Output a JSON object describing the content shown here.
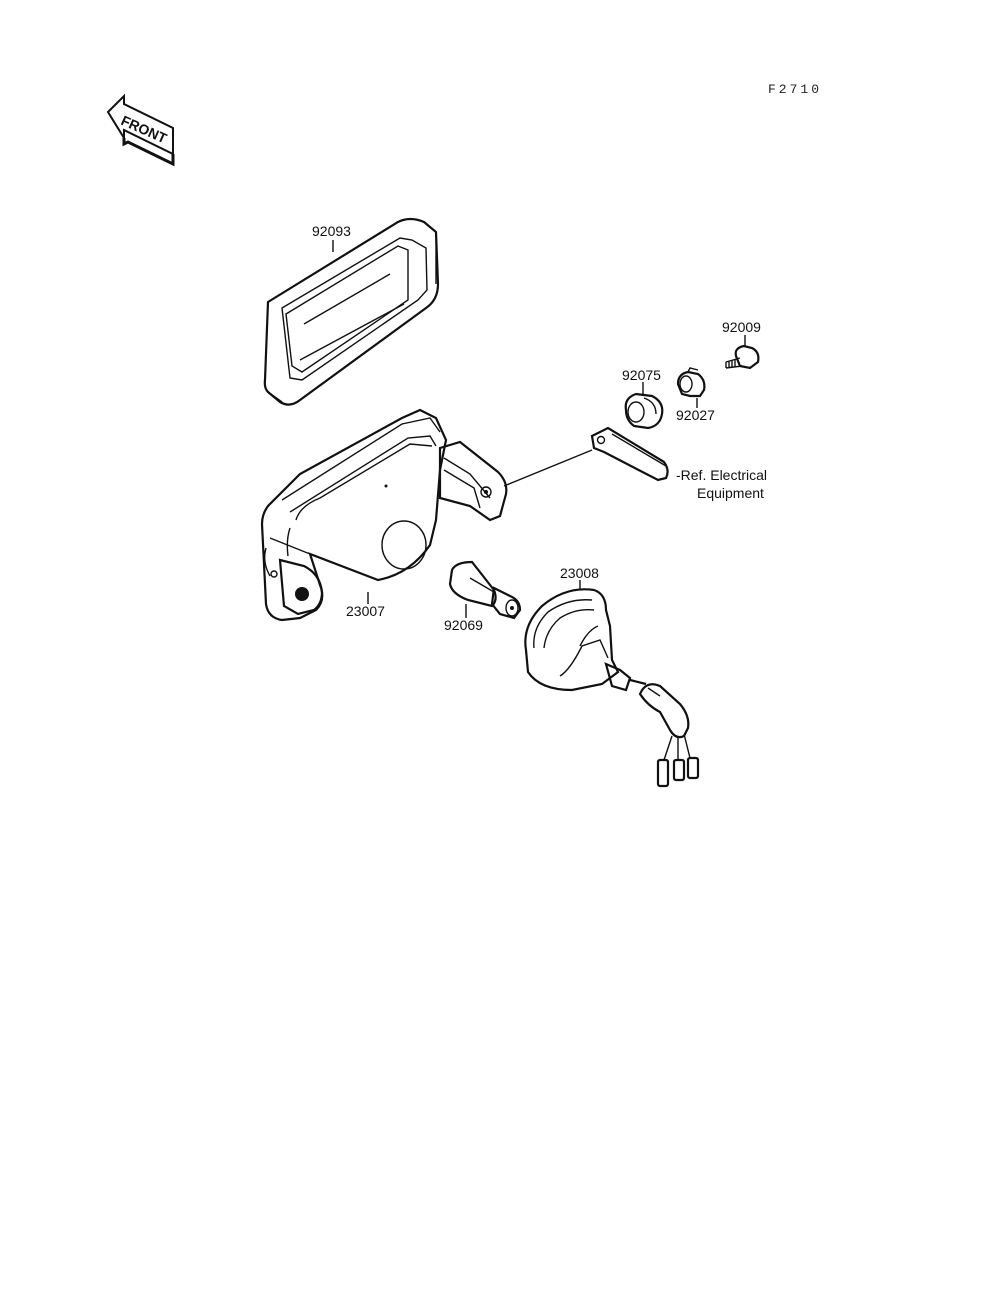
{
  "figure_code": "F2710",
  "front_arrow": {
    "text": "FRONT",
    "icon": "front-arrow-icon"
  },
  "parts": {
    "p92093": "92093",
    "p92009": "92009",
    "p92075": "92075",
    "p92027": "92027",
    "p23007": "23007",
    "p23008": "23008",
    "p92069": "92069"
  },
  "reference": {
    "line1": "-Ref. Electrical",
    "line2": "Equipment"
  }
}
